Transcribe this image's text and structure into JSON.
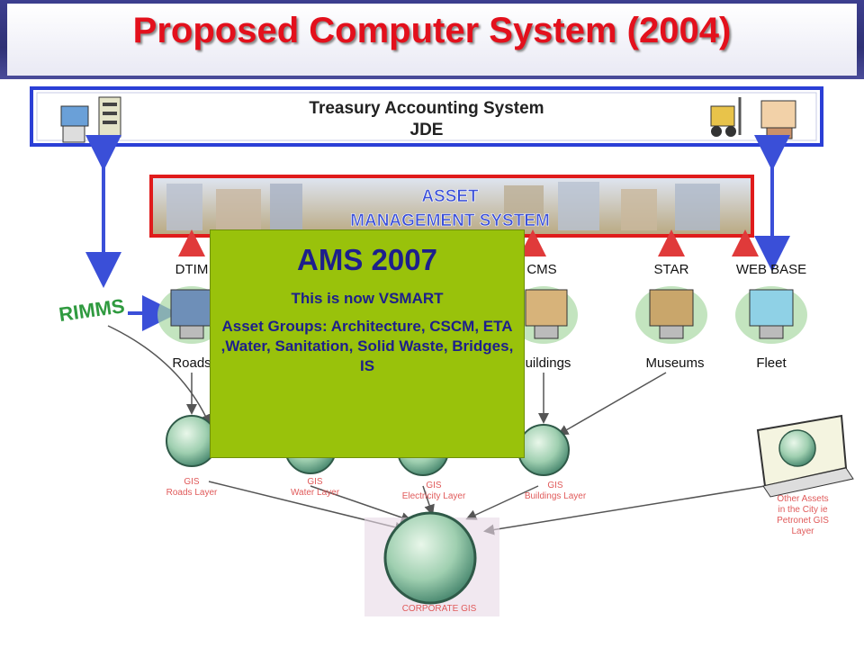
{
  "title": "Proposed Computer System (2004)",
  "top_system": {
    "line1": "Treasury Accounting System",
    "line2": "JDE"
  },
  "asset_banner": {
    "line1": "ASSET",
    "line2": "MANAGEMENT SYSTEM"
  },
  "rimms": "RIMMS",
  "modules": [
    {
      "name": "DTIM",
      "caption": "Roads"
    },
    {
      "name": "CMS",
      "caption": "Buildings"
    },
    {
      "name": "STAR",
      "caption": "Museums"
    },
    {
      "name": "WEB BASE",
      "caption": "Fleet"
    }
  ],
  "gis_layers": [
    {
      "line1": "GIS",
      "line2": "Roads Layer"
    },
    {
      "line1": "GIS",
      "line2": "Water Layer"
    },
    {
      "line1": "GIS",
      "line2": "Electricity Layer"
    },
    {
      "line1": "GIS",
      "line2": "Buildings Layer"
    }
  ],
  "other_assets": {
    "line1": "Other Assets",
    "line2": "in the City ie",
    "line3": "Petronet GIS",
    "line4": "Layer"
  },
  "corporate_gis": "CORPORATE GIS",
  "ams_box": {
    "title": "AMS 2007",
    "subtitle": "This is now VSMART",
    "groups": "Asset Groups: Architecture, CSCM, ETA ,Water, Sanitation, Solid Waste, Bridges, IS"
  },
  "colors": {
    "title": "#e3101c",
    "frame_blue": "#2b3fd6",
    "arrow_red": "#e03a3a",
    "arrow_blue": "#3a4fd8",
    "ams_green": "#99c20b",
    "ams_text": "#1d1f8c"
  }
}
